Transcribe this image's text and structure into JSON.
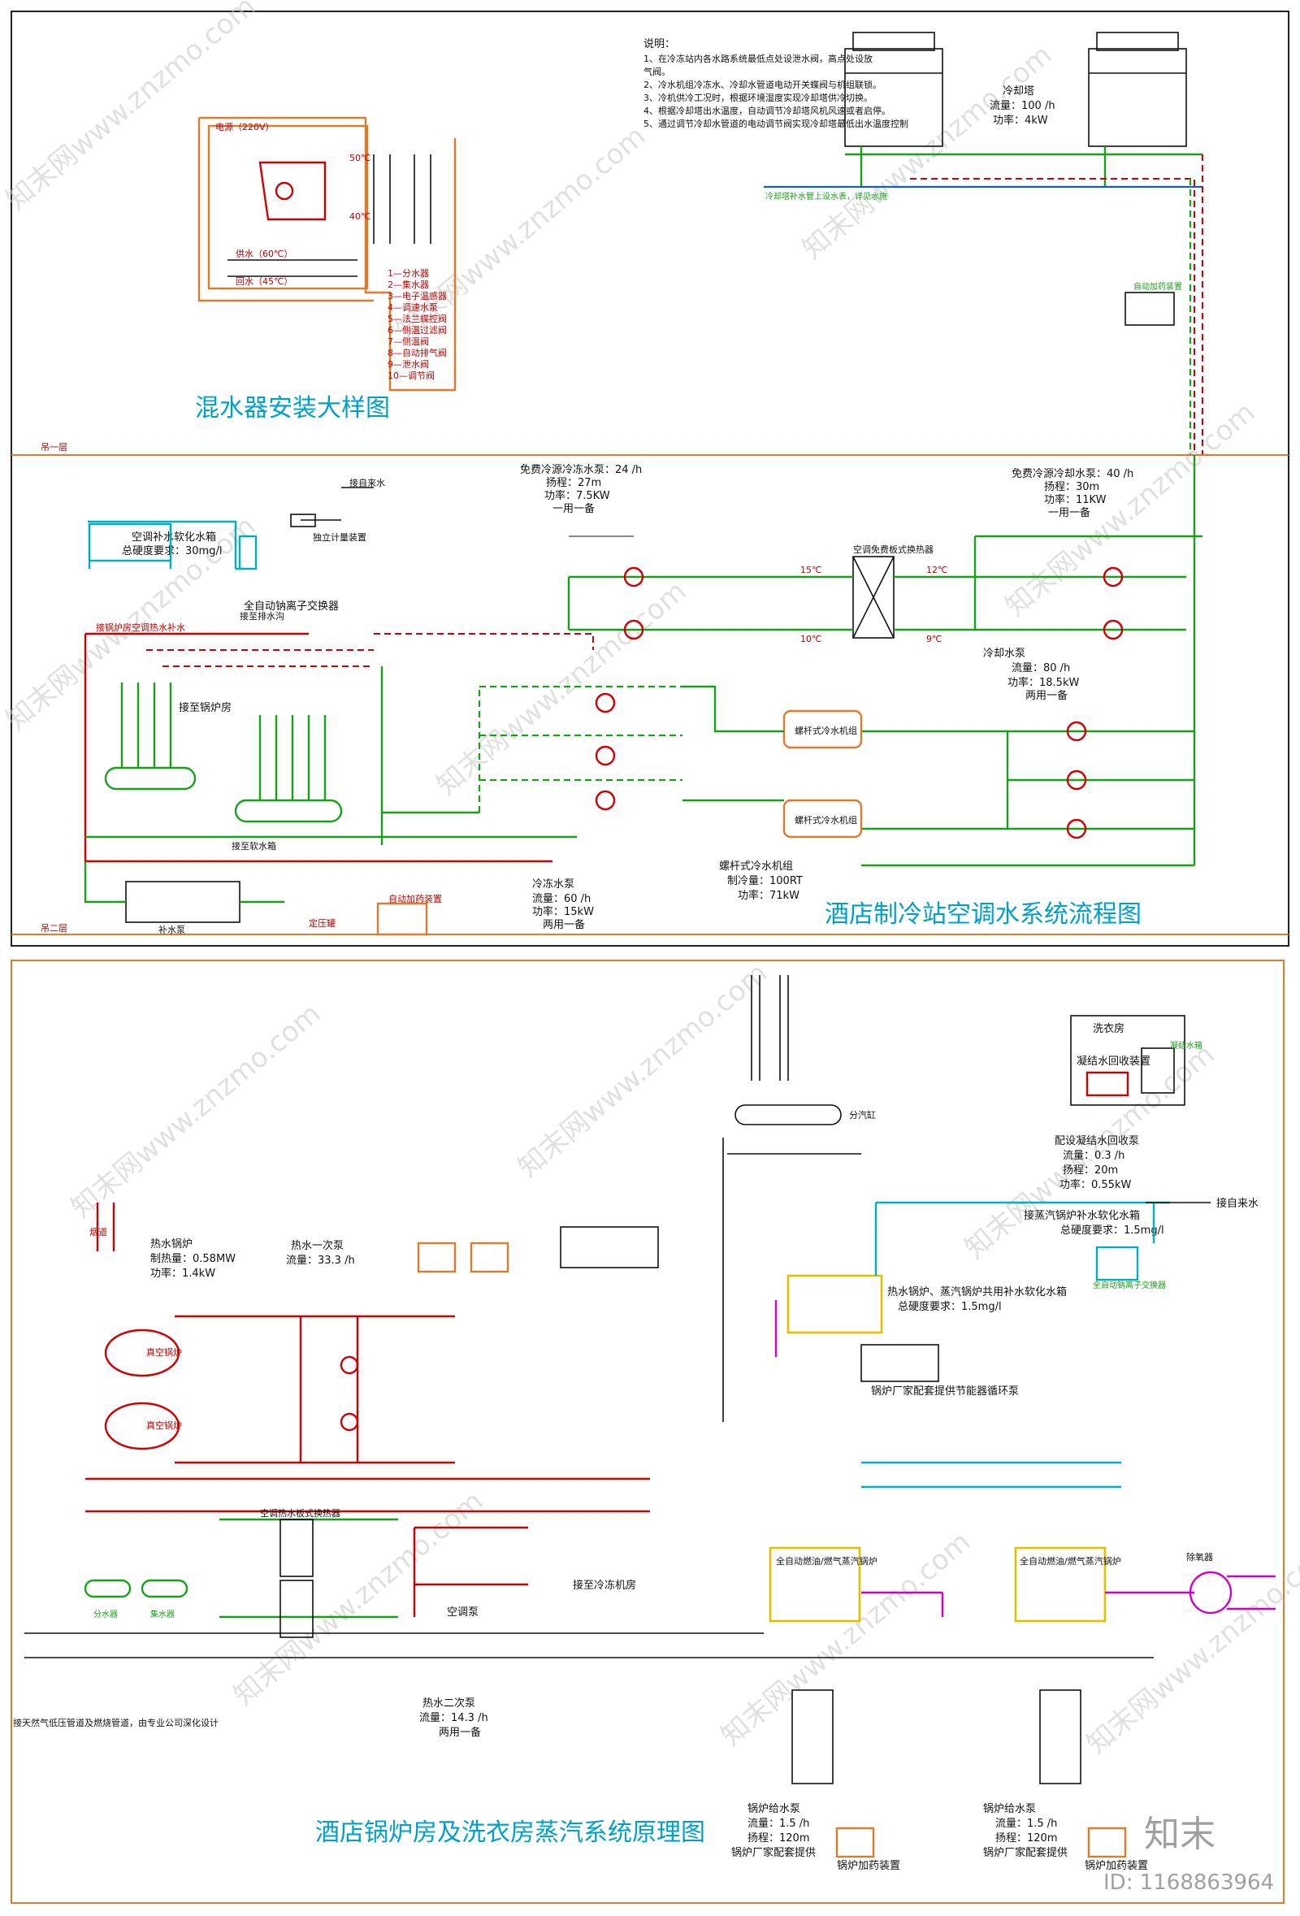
{
  "section1": {
    "notes_title": "说明：",
    "notes": [
      "1、在冷冻站内各水路系统最低点处设泄水阀，高点处设放",
      "   气阀。",
      "2、冷水机组冷冻水、冷却水管道电动开关蝶阀与机组联锁。",
      "3、冷机供冷工况时，根据环境湿度实现冷却塔供冷切换。",
      "4、根据冷却塔出水温度，自动调节冷却塔风机风速或者启停。",
      "5、通过调节冷却水管道的电动调节阀实现冷却塔最低出水温度控制"
    ],
    "cooling_tower": {
      "name": "冷却塔",
      "flow": "流量：100 /h",
      "power": "功率：4kW"
    },
    "cooling_tower_bypass": "冷却塔补水管上设水表，详见水施",
    "auto_dosing": "自动加药装置",
    "mixer_title": "混水器安装大样图",
    "mixer_power": "电源（220V）",
    "mixer_supply": "供水（60℃）",
    "mixer_return": "回水（45℃）",
    "mixer_t1": "50℃",
    "mixer_t2": "40℃",
    "mixer_legend": [
      "1—分水器",
      "2—集水器",
      "3—电子温感器",
      "4—调速水泵",
      "5—法兰蝶控阀",
      "6—侧温过滤阀",
      "7—侧温阀",
      "8—自动排气阀",
      "9—泄水阀",
      "10—调节阀"
    ],
    "floor_upper": "吊一层",
    "floor_lower": "吊二层",
    "free_chw_pump": {
      "name": "免费冷源冷冻水泵：24  /h",
      "head": "扬程：27m",
      "power": "功率：7.5KW",
      "mode": "一用一备"
    },
    "free_cw_pump": {
      "name": "免费冷源冷却水泵：40  /h",
      "head": "扬程：30m",
      "power": "功率：11KW",
      "mode": "一用一备"
    },
    "makeup_tank": {
      "name": "空调补水软化水箱",
      "hardness": "总硬度要求：30mg/l"
    },
    "ion_exchanger": "全自动钠离子交换器",
    "tap_water": "接自来水",
    "meter": "独立计量装置",
    "to_drain": "接至排水沟",
    "to_boiler": "接至锅炉房",
    "boiler_hw": "接锅炉房空调热水补水",
    "plate_hx": "空调免费板式换热器",
    "hx_t1": "15℃",
    "hx_t2": "10℃",
    "hx_t3": "12℃",
    "hx_t4": "9℃",
    "cw_pump": {
      "name": "冷却水泵",
      "flow": "流量：80  /h",
      "power": "功率：18.5kW",
      "mode": "两用一备"
    },
    "chiller": {
      "name": "螺杆式冷水机组",
      "capacity": "制冷量：100RT",
      "power": "功率：71kW"
    },
    "chiller_label": "螺杆式冷水机组",
    "chw_pump": {
      "name": "冷冻水泵",
      "flow": "流量：60  /h",
      "power": "功率：15kW",
      "mode": "两用一备"
    },
    "makeup_pump": "补水泵",
    "softened_water": "接至软水箱",
    "pressure_tank": "定压罐",
    "title": "酒店制冷站空调水系统流程图"
  },
  "section2": {
    "title": "酒店锅炉房及洗衣房蒸汽系统原理图",
    "laundry": "洗衣房",
    "condensate": "凝结水回收装置",
    "condensate_tank": "凝结水箱",
    "condensate_pump": {
      "name": "配设凝结水回收泵",
      "flow": "流量：0.3  /h",
      "head": "扬程：20m",
      "power": "功率：0.55kW"
    },
    "steam_makeup": {
      "name": "接蒸汽锅炉补水软化水箱",
      "hardness": "总硬度要求：1.5mg/l"
    },
    "ion_exchanger": "全自动钠离子交换器",
    "tap_water": "接自来水",
    "hw_boiler": {
      "name": "热水锅炉",
      "heat": "制热量：0.58MW",
      "power": "功率：1.4kW"
    },
    "hw_primary_pump": {
      "name": "热水一次泵",
      "flow": "流量：33.3  /h"
    },
    "hw_secondary_pump": {
      "name": "热水二次泵",
      "flow": "流量：14.3  /h",
      "mode": "两用一备"
    },
    "boiler_tank": {
      "name": "热水锅炉、蒸汽锅炉共用补水软化水箱",
      "hardness": "总硬度要求：1.5mg/l"
    },
    "economizer": "锅炉厂家配套提供节能器循环泵",
    "feed_pump_left": {
      "name": "锅炉给水泵",
      "flow": "流量：1.5  /h",
      "head": "扬程：120m",
      "supplier": "锅炉厂家配套提供"
    },
    "feed_pump_right": {
      "name": "锅炉给水泵",
      "flow": "流量：1.5  /h",
      "head": "扬程：120m",
      "supplier": "锅炉厂家配套提供"
    },
    "dosing_left": "锅炉加药装置",
    "dosing_right": "锅炉加药装置",
    "to_chiller_room": "接至冷冻机房",
    "ac_pump": "空调泵",
    "steam_boiler": "全自动燃油/燃气蒸汽锅炉",
    "gas_note": "接天然气低压管道及燃烧管道，由专业公司深化设计",
    "vacuum_boiler": "真空锅炉",
    "flue": "烟道",
    "sub_cyl": "分汽缸",
    "sub_water": "分水器",
    "col_water": "集水器",
    "hx_label": "空调热水板式换热器",
    "deaerator": "除氧器"
  },
  "watermark": "知末网www.znzmo.com",
  "footer": {
    "logo": "知末",
    "id": "ID: 1168863964"
  },
  "colors": {
    "chilled": "#18a018",
    "hot": "#d10000",
    "steam": "#d000c8",
    "makeup": "#00b0c0",
    "frame": "#e07a2c",
    "title": "#00a0c8"
  }
}
